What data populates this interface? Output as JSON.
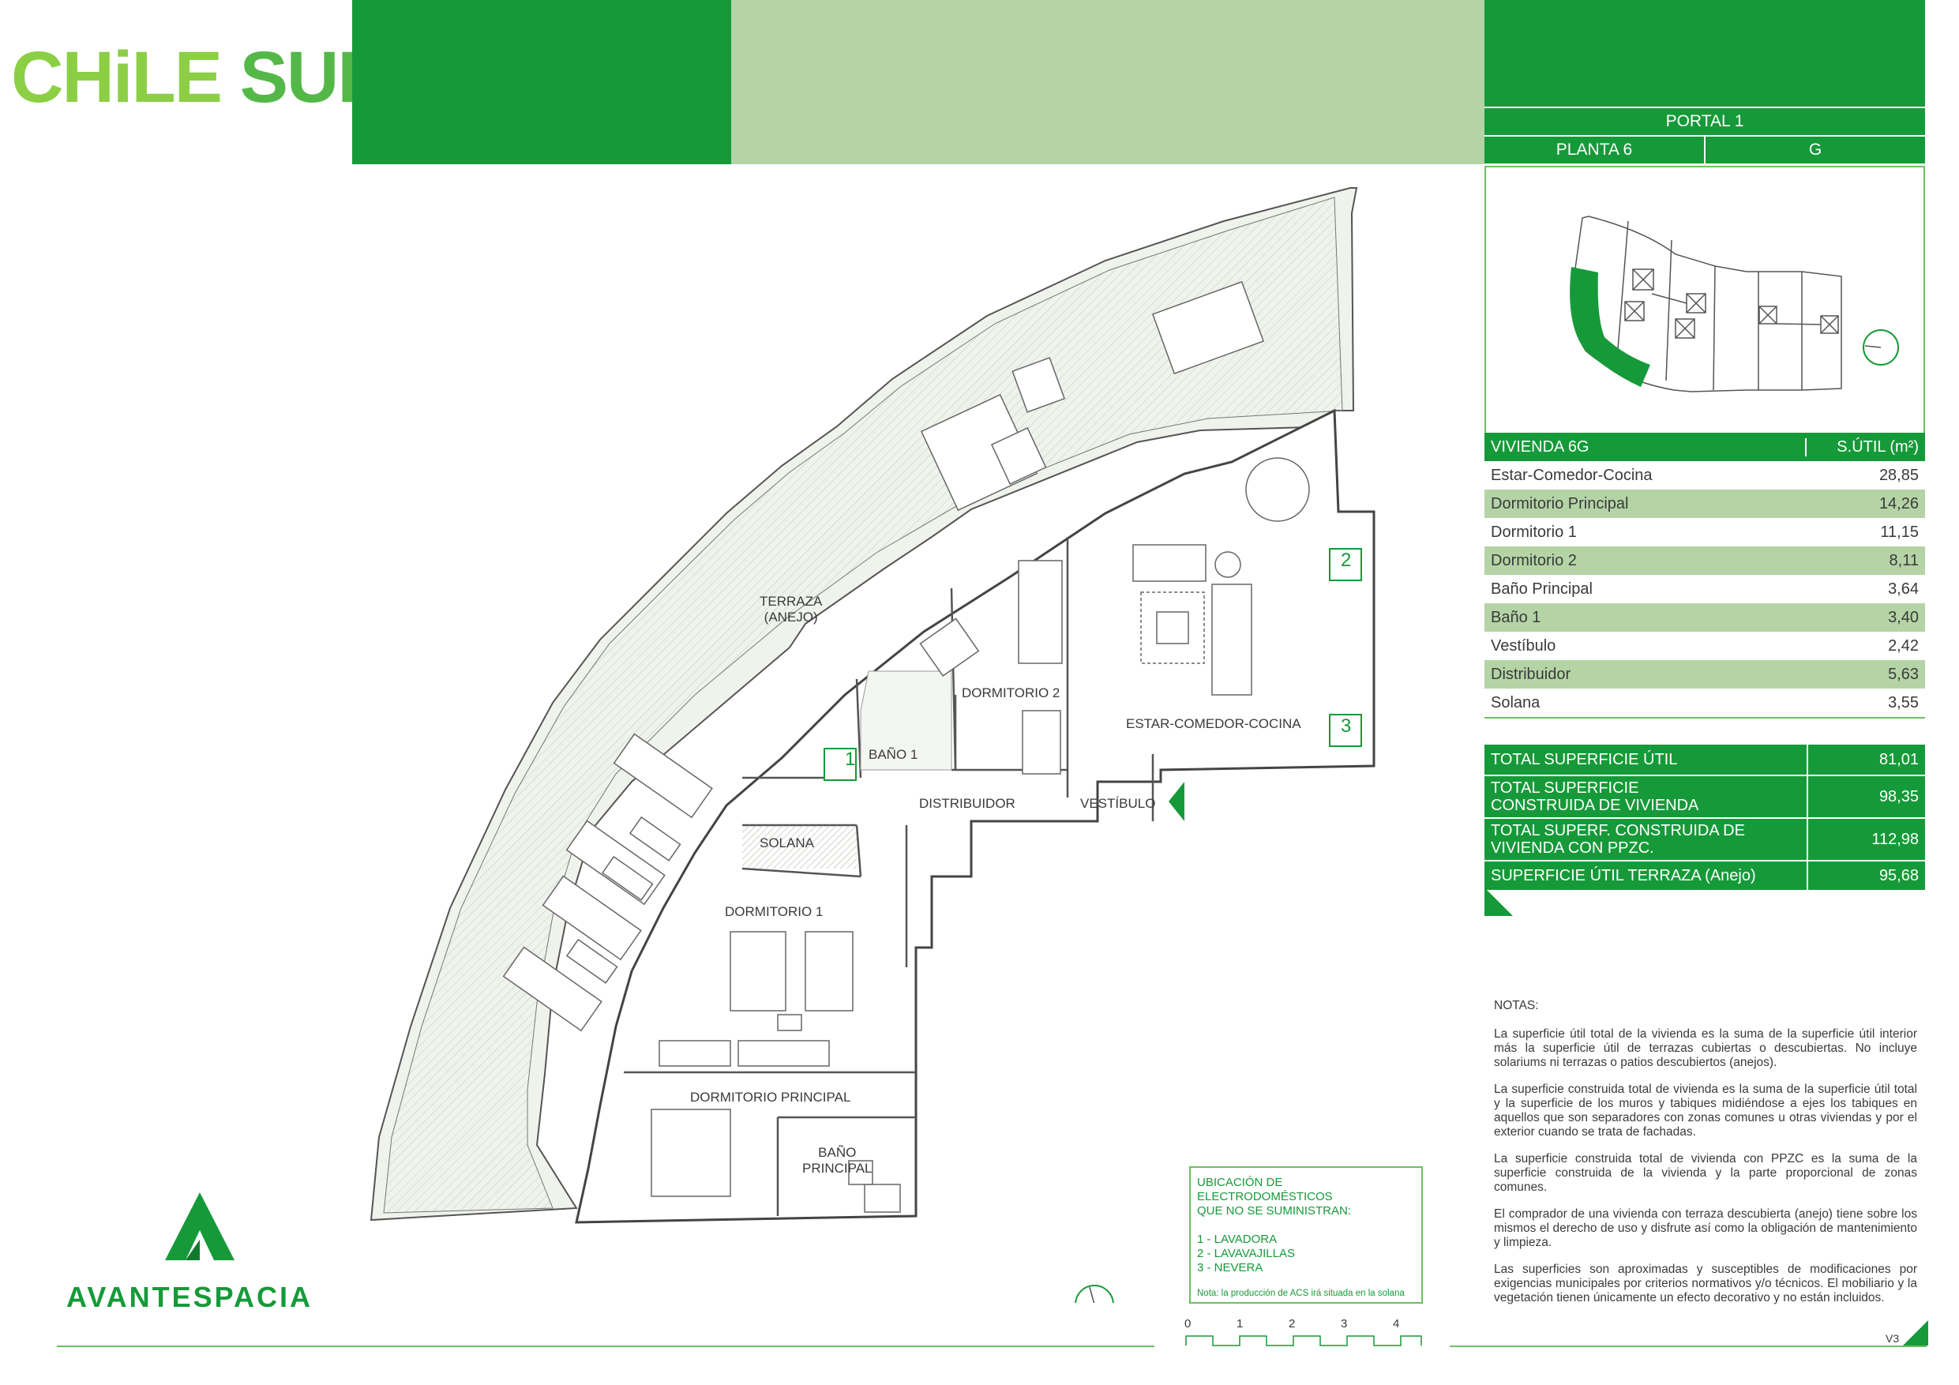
{
  "header": {
    "brand_part1": "CHiLE",
    "brand_part2": "SUR",
    "portal": "PORTAL 1",
    "planta": "PLANTA 6",
    "letra": "G"
  },
  "colors": {
    "brand_green": "#169a39",
    "light_green": "#b4d4a6",
    "logo_green_light": "#8ccf45",
    "logo_green": "#54b848"
  },
  "table": {
    "title": "VIVIENDA 6G",
    "value_header": "S.ÚTIL (m²)",
    "rows": [
      {
        "name": "Estar-Comedor-Cocina",
        "value": "28,85"
      },
      {
        "name": "Dormitorio Principal",
        "value": "14,26"
      },
      {
        "name": "Dormitorio 1",
        "value": "11,15"
      },
      {
        "name": "Dormitorio 2",
        "value": "8,11"
      },
      {
        "name": "Baño Principal",
        "value": "3,64"
      },
      {
        "name": "Baño 1",
        "value": "3,40"
      },
      {
        "name": "Vestíbulo",
        "value": "2,42"
      },
      {
        "name": "Distribuidor",
        "value": "5,63"
      },
      {
        "name": "Solana",
        "value": "3,55"
      }
    ]
  },
  "totals": [
    {
      "line1": "TOTAL SUPERFICIE ÚTIL",
      "line2": "",
      "value": "81,01"
    },
    {
      "line1": "TOTAL SUPERFICIE",
      "line2": "CONSTRUIDA DE VIVIENDA",
      "value": "98,35"
    },
    {
      "line1": "TOTAL SUPERF. CONSTRUIDA DE",
      "line2": "VIVIENDA CON PPZC.",
      "value": "112,98"
    },
    {
      "line1": "SUPERFICIE ÚTIL TERRAZA (Anejo)",
      "line2": "",
      "value": "95,68"
    }
  ],
  "notes": {
    "heading": "NOTAS:",
    "paragraphs": [
      "La superficie útil total de la vivienda es la suma de la superficie útil interior más la superficie útil de terrazas cubiertas o descubiertas. No incluye solariums ni terrazas o patios descubiertos (anejos).",
      "La superficie construida total de vivienda es la suma de la superficie útil total y la superficie de los muros y tabiques midiéndose a ejes los tabiques en aquellos que son separadores con zonas comunes u otras viviendas y por el exterior cuando se trata de fachadas.",
      "La superficie construida total de vivienda con PPZC es la suma de la superficie construida de la vivienda y la parte proporcional de zonas comunes.",
      "El comprador de una vivienda con terraza descubierta (anejo) tiene sobre los mismos el derecho de uso y disfrute así como la obligación de mantenimiento y limpieza.",
      "Las superficies son aproximadas y susceptibles de modificaciones por exigencias municipales por criterios normativos y/o técnicos. El mobiliario y la vegetación tienen únicamente un efecto decorativo y no están incluidos."
    ],
    "version": "V3"
  },
  "appliances": {
    "title_line1": "UBICACIÓN DE ELECTRODOMÉSTICOS",
    "title_line2": "QUE NO SE SUMINISTRAN:",
    "items": [
      "1 - LAVADORA",
      "2 - LAVAVAJILLAS",
      "3 - NEVERA"
    ],
    "note": "Nota: la producción de ACS irá situada en la solana"
  },
  "developer": "AVANTESPACIA",
  "scale_labels": [
    "0",
    "1",
    "2",
    "3",
    "4"
  ],
  "plan": {
    "rooms": {
      "terraza_line1": "TERRAZA",
      "terraza_line2": "(ANEJO)",
      "dormitorio2": "DORMITORIO 2",
      "estar": "ESTAR-COMEDOR-COCINA",
      "bano1": "BAÑO 1",
      "distribuidor": "DISTRIBUIDOR",
      "vestibulo": "VESTÍBULO",
      "solana": "SOLANA",
      "dormitorio1": "DORMITORIO 1",
      "dormitorio_principal": "DORMITORIO PRINCIPAL",
      "bano_principal_line1": "BAÑO",
      "bano_principal_line2": "PRINCIPAL"
    },
    "appliance_marks": [
      "1",
      "2",
      "3"
    ]
  }
}
